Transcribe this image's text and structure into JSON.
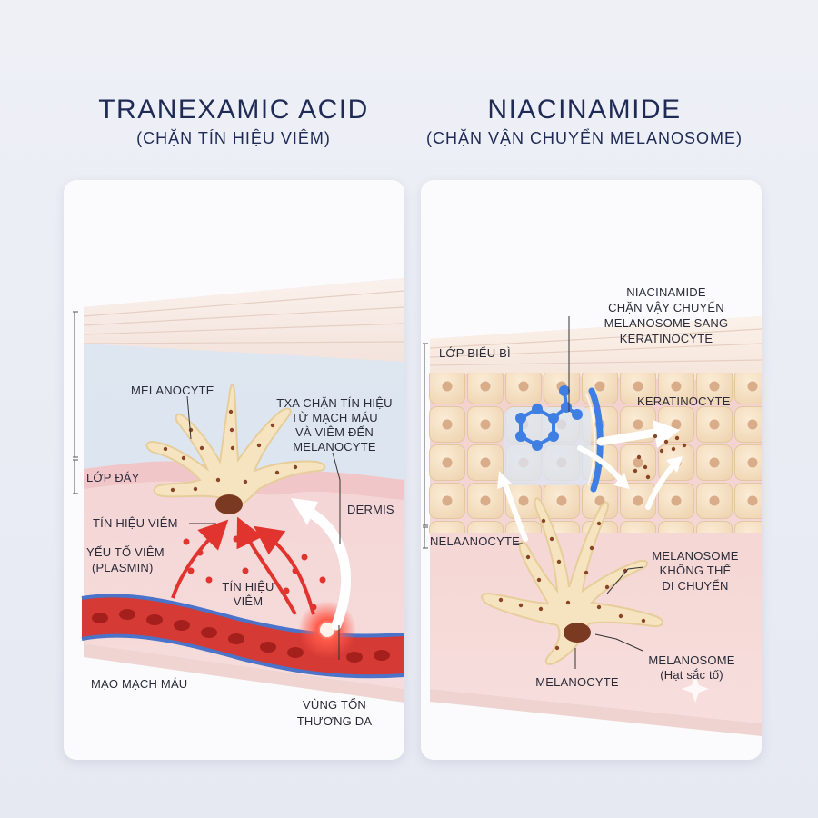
{
  "left": {
    "title": "TRANEXAMIC ACID",
    "subtitle": "(CHẶN TÍN HIỆU VIÊM)",
    "labels": {
      "melanocyte": "MELANOCYTE",
      "txa_line1": "TXA CHẶN TÍN HIỆU",
      "txa_line2": "TỪ MẠCH MÁU",
      "txa_line3": "VÀ VIÊM ĐẾN",
      "txa_line4": "MELANOCYTE",
      "lop_day": "LỚP ĐÁY",
      "dermis": "DERMIS",
      "tin_hieu_viem": "TÍN HIỆU VIÊM",
      "yeu_to_line1": "YẾU TỐ VIÊM",
      "yeu_to_line2": "(PLASMIN)",
      "tin_hieu_line1": "TÍN HIỆU",
      "tin_hieu_line2": "VIÊM",
      "mao_mach": "MẠO MẠCH MÁU",
      "vung_line1": "VÙNG TỔN",
      "vung_line2": "THƯƠNG DA"
    }
  },
  "right": {
    "title": "NIACINAMIDE",
    "subtitle": "(CHẶN VẬN CHUYỂN MELANOSOME)",
    "labels": {
      "nia_line1": "NIACINAMIDE",
      "nia_line2": "CHẶN VẬY CHUYỂN",
      "nia_line3": "MELANOSOME SANG",
      "nia_line4": "KERATINOCYTE",
      "lop_bieu_bi": "LỚP BIỂU BÌ",
      "keratinocyte": "KERATINOCYTE",
      "nelanocyte": "NELAΛNOCYTE",
      "ms_line1": "MELANOSOME",
      "ms_line2": "KHÔNG THỂ",
      "ms_line3": "DI CHUYỂN",
      "melanocyte": "MELANOCYTE",
      "msome_line1": "MELANOSOME",
      "msome_line2": "(Hạt sắc tố)"
    }
  },
  "colors": {
    "title": "#1f2b55",
    "arrow_red": "#e2342e",
    "molecule_blue": "#3f7fe3",
    "cell_cream": "#f6e4c0",
    "melanin_brown": "#7a3a22"
  }
}
